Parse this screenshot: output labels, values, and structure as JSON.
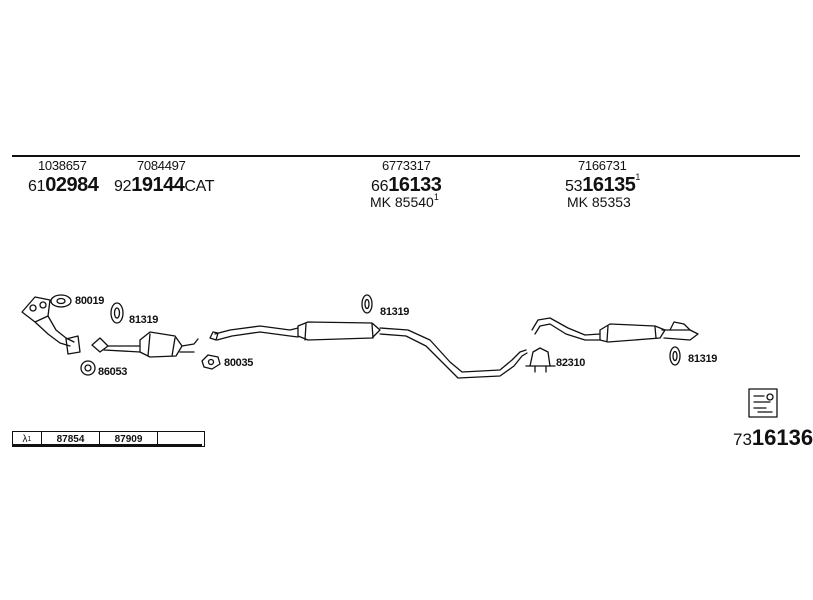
{
  "header_parts": [
    {
      "ref": "1038657",
      "prefix": "61",
      "number": "02984",
      "suffix": "",
      "sup": "",
      "mk": ""
    },
    {
      "ref": "7084497",
      "prefix": "92",
      "number": "19144",
      "suffix": "CAT",
      "sup": "",
      "mk": ""
    },
    {
      "ref": "6773317",
      "prefix": "66",
      "number": "16133",
      "suffix": "",
      "sup": "",
      "mk": "MK  85540",
      "mk_sup": "1"
    },
    {
      "ref": "7166731",
      "prefix": "53",
      "number": "16135",
      "suffix": "",
      "sup": "1",
      "mk": "MK  85353",
      "mk_sup": ""
    }
  ],
  "component_labels": {
    "gasket_80019": "80019",
    "clamp_81319_a": "81319",
    "ring_86053": "86053",
    "gasket_80035": "80035",
    "clamp_81319_b": "81319",
    "clamp_82310": "82310",
    "clamp_81319_c": "81319"
  },
  "lambda_table": {
    "symbol": "λ",
    "sup": "1",
    "values": [
      "87854",
      "87909",
      ""
    ]
  },
  "kit": {
    "prefix": "73",
    "number": "16136"
  }
}
